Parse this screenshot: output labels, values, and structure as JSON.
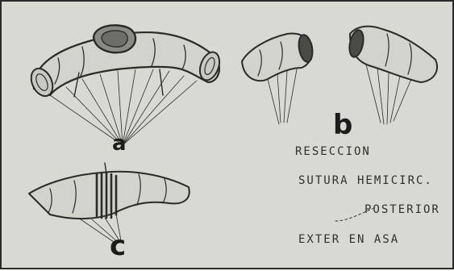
{
  "figure": {
    "labels": {
      "a": "a",
      "b": "b",
      "c": "c"
    },
    "captions": [
      "RESECCION",
      "SUTURA HEMICIRC.",
      "POSTERIOR",
      "EXTER EN ASA"
    ]
  },
  "colors": {
    "background": "#d9d9d4",
    "ink": "#2a2a2a",
    "lesion": "#8a8a84"
  }
}
